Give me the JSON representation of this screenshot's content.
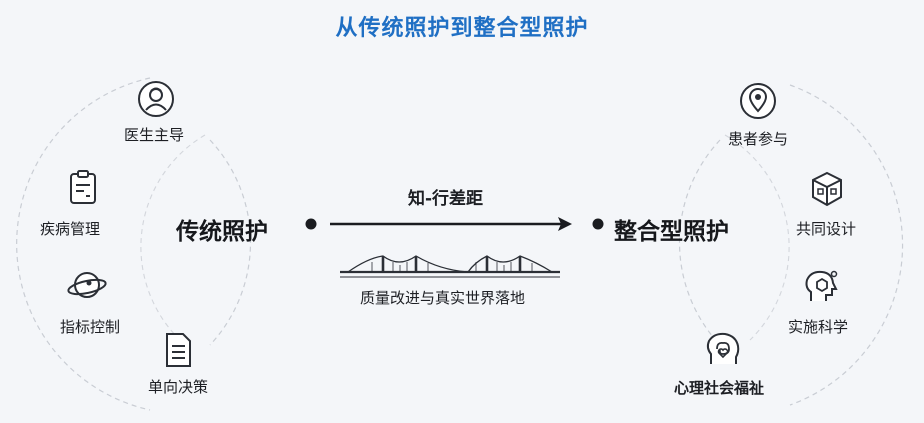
{
  "title": "从传统照护到整合型照护",
  "left": {
    "center_label": "传统照护",
    "items": [
      {
        "label": "医生主导",
        "icon": "doctor-icon"
      },
      {
        "label": "疾病管理",
        "icon": "clipboard-icon"
      },
      {
        "label": "指标控制",
        "icon": "planet-icon"
      },
      {
        "label": "单向决策",
        "icon": "document-icon"
      }
    ]
  },
  "right": {
    "center_label": "整合型照护",
    "items": [
      {
        "label": "患者参与",
        "icon": "patient-location-icon"
      },
      {
        "label": "共同设计",
        "icon": "cube-design-icon"
      },
      {
        "label": "实施科学",
        "icon": "science-head-icon"
      },
      {
        "label": "心理社会福祉",
        "icon": "brain-wellbeing-icon"
      }
    ]
  },
  "middle": {
    "gap_label": "知-行差距",
    "bridge_caption": "质量改进与真实世界落地"
  },
  "colors": {
    "title": "#1f6fc4",
    "text": "#1d1f24",
    "ring": "#c9cdd4",
    "line": "#1a1c20"
  }
}
